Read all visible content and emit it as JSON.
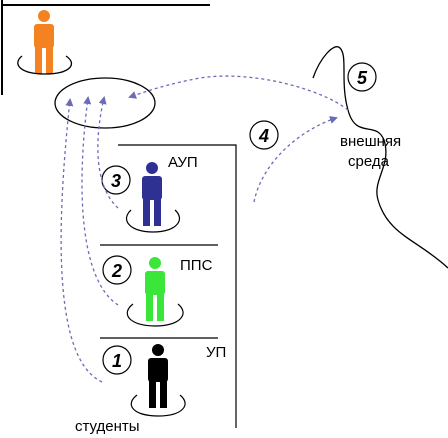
{
  "labels": {
    "aup": "АУП",
    "pps": "ППС",
    "up": "УП",
    "students": "студенты",
    "environment_line1": "внешняя",
    "environment_line2": "среда"
  },
  "numbers": {
    "n1": "1",
    "n2": "2",
    "n3": "3",
    "n4": "4",
    "n5": "5"
  },
  "colors": {
    "leader": "#f58220",
    "aup": "#2e3192",
    "pps": "#39e639",
    "up": "#000000",
    "arrow": "#6b6bb8"
  },
  "icons": {
    "person": "person-icon",
    "ring": "ring-icon"
  }
}
